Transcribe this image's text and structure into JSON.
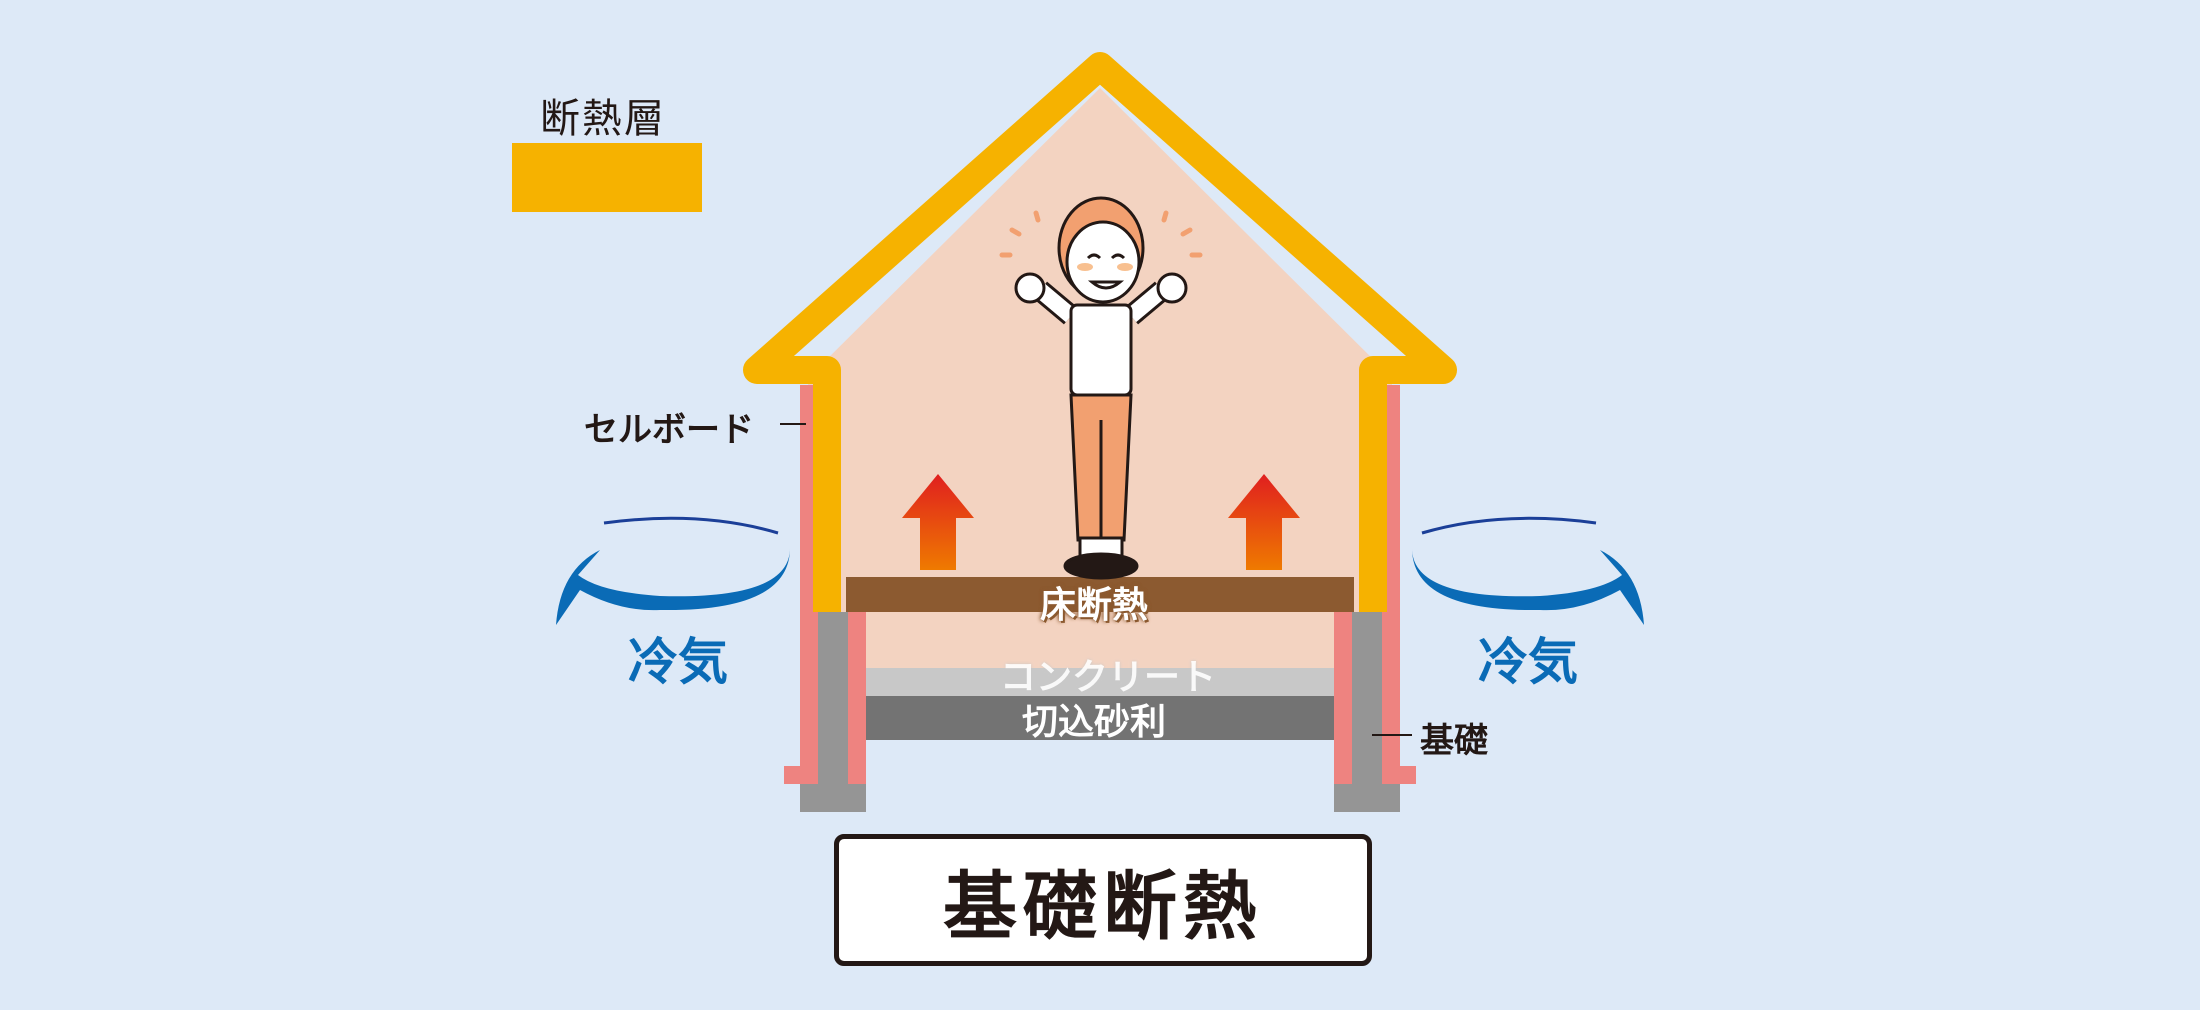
{
  "legend": {
    "label": "断熱層",
    "swatch_color": "#f6b200"
  },
  "labels": {
    "cellboard": "セルボード",
    "foundation": "基礎",
    "cold_air_left": "冷気",
    "cold_air_right": "冷気",
    "floor_insulation": "床断熱",
    "concrete": "コンクリート",
    "gravel": "切込砂利"
  },
  "title": "基礎断熱",
  "colors": {
    "background": "#dde9f7",
    "insulation": "#f6b200",
    "interior": "#f3d3c1",
    "cellboard": "#ee8380",
    "foundation": "#959595",
    "floor": "#8c5a30",
    "concrete": "#c8c8c8",
    "gravel": "#737373",
    "cold_air": "#0a6bb6",
    "heat_arrow_top": "#e01f1f",
    "heat_arrow_bottom": "#ef7a00"
  }
}
